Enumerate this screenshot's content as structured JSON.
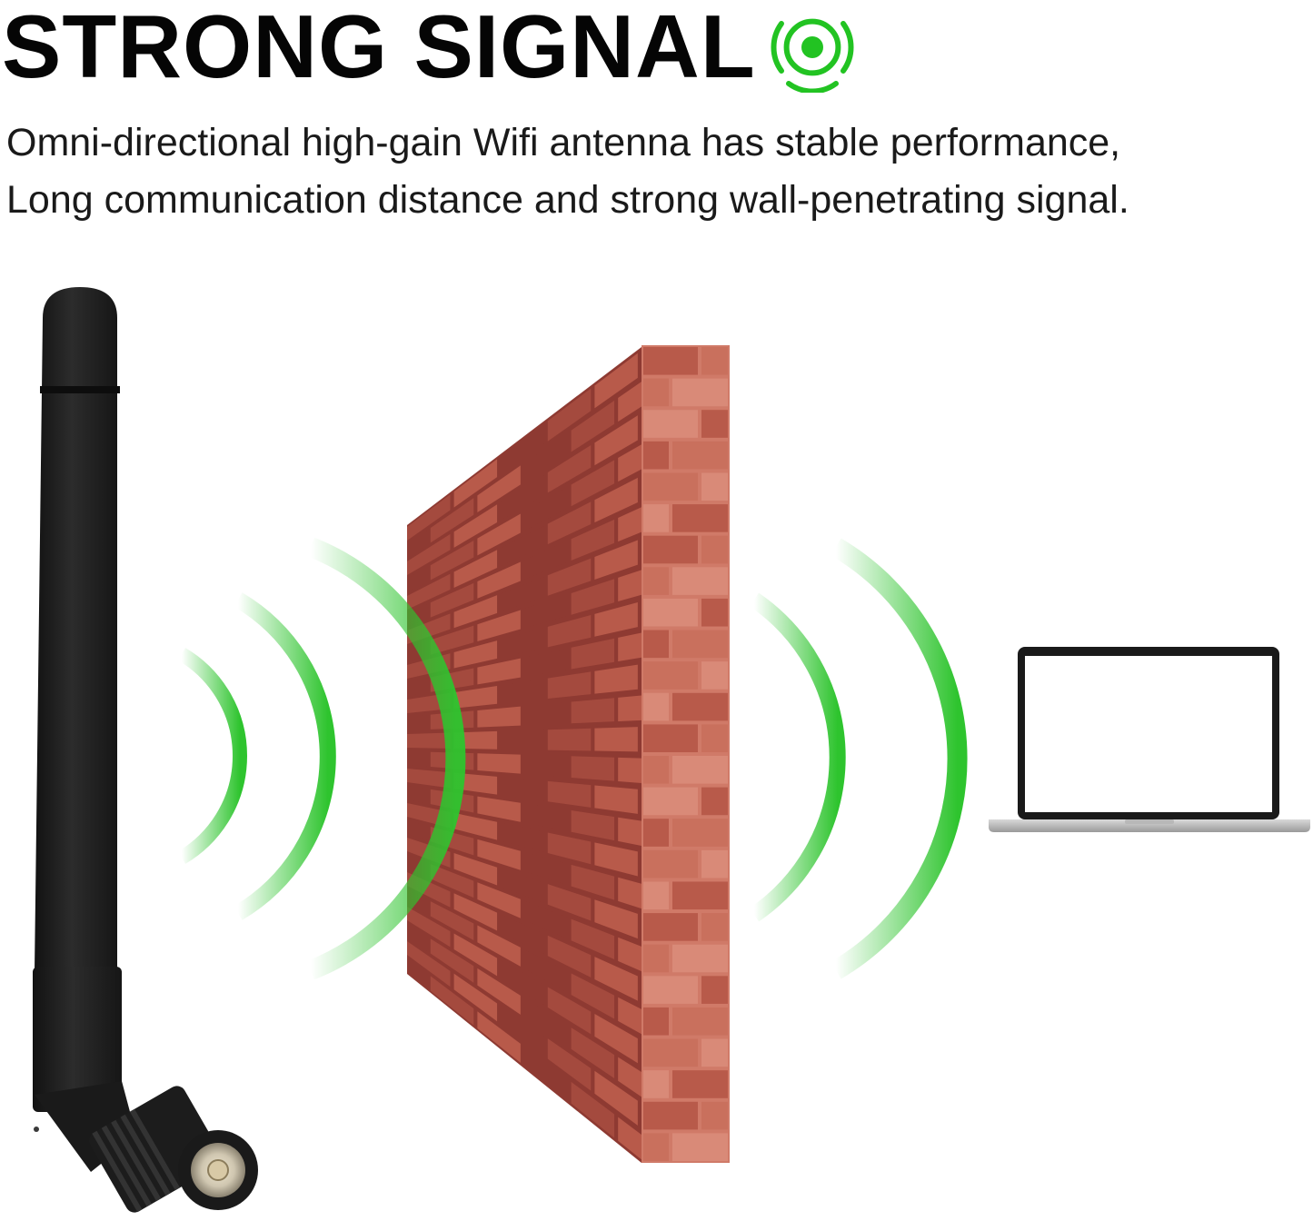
{
  "headline": {
    "title": "STRONG SIGNAL",
    "icon": "signal-broadcast-icon",
    "icon_color": "#22c322"
  },
  "description": {
    "line1": "Omni-directional high-gain Wifi antenna has stable performance,",
    "line2": "Long communication distance and strong wall-penetrating signal."
  },
  "illustration": {
    "items": [
      "antenna-icon",
      "signal-wave-icon",
      "brick-wall-icon",
      "laptop-icon"
    ],
    "wave_color": "#2ec42e",
    "antenna_color": "#1f1f1f",
    "brick_colors": [
      "#8e3a32",
      "#a44a3e",
      "#b85a4a",
      "#c9705d",
      "#d98a78"
    ]
  }
}
